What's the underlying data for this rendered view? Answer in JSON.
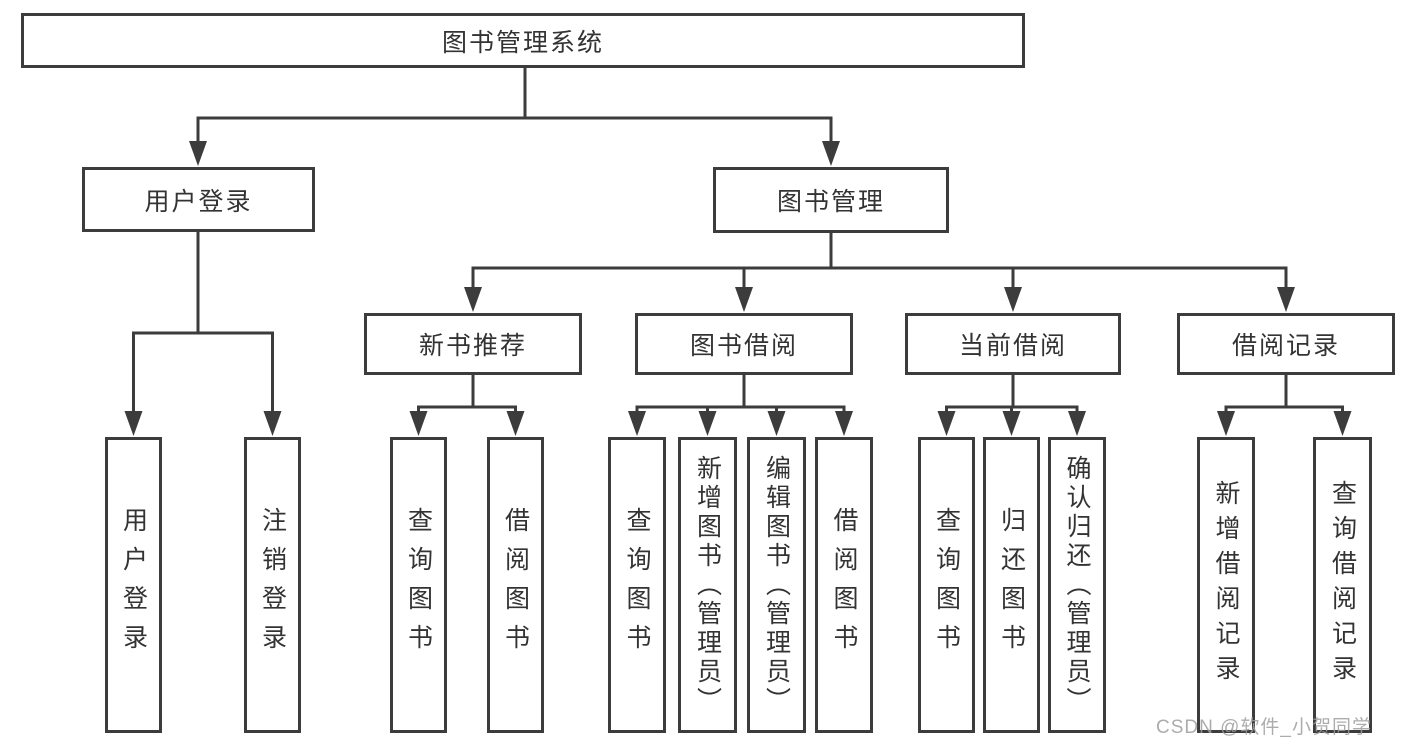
{
  "colors": {
    "line": "#3c3c3c",
    "box_border": "#3c3c3c",
    "text": "#333333",
    "background": "#ffffff",
    "watermark": "#9e9e9e"
  },
  "watermark": {
    "text": "CSDN @软件_小贺同学"
  },
  "diagram": {
    "type": "hierarchy-tree",
    "root": {
      "label": "图书管理系统",
      "children": [
        {
          "label": "用户登录",
          "children": [
            {
              "label": "用户登录"
            },
            {
              "label": "注销登录"
            }
          ]
        },
        {
          "label": "图书管理",
          "children": [
            {
              "label": "新书推荐",
              "children": [
                {
                  "label": "查询图书"
                },
                {
                  "label": "借阅图书"
                }
              ]
            },
            {
              "label": "图书借阅",
              "children": [
                {
                  "label": "查询图书"
                },
                {
                  "label": "新增图书（管理员）"
                },
                {
                  "label": "编辑图书（管理员）"
                },
                {
                  "label": "借阅图书"
                }
              ]
            },
            {
              "label": "当前借阅",
              "children": [
                {
                  "label": "查询图书"
                },
                {
                  "label": "归还图书"
                },
                {
                  "label": "确认归还（管理员）"
                }
              ]
            },
            {
              "label": "借阅记录",
              "children": [
                {
                  "label": "新增借阅记录"
                },
                {
                  "label": "查询借阅记录"
                }
              ]
            }
          ]
        }
      ]
    }
  }
}
